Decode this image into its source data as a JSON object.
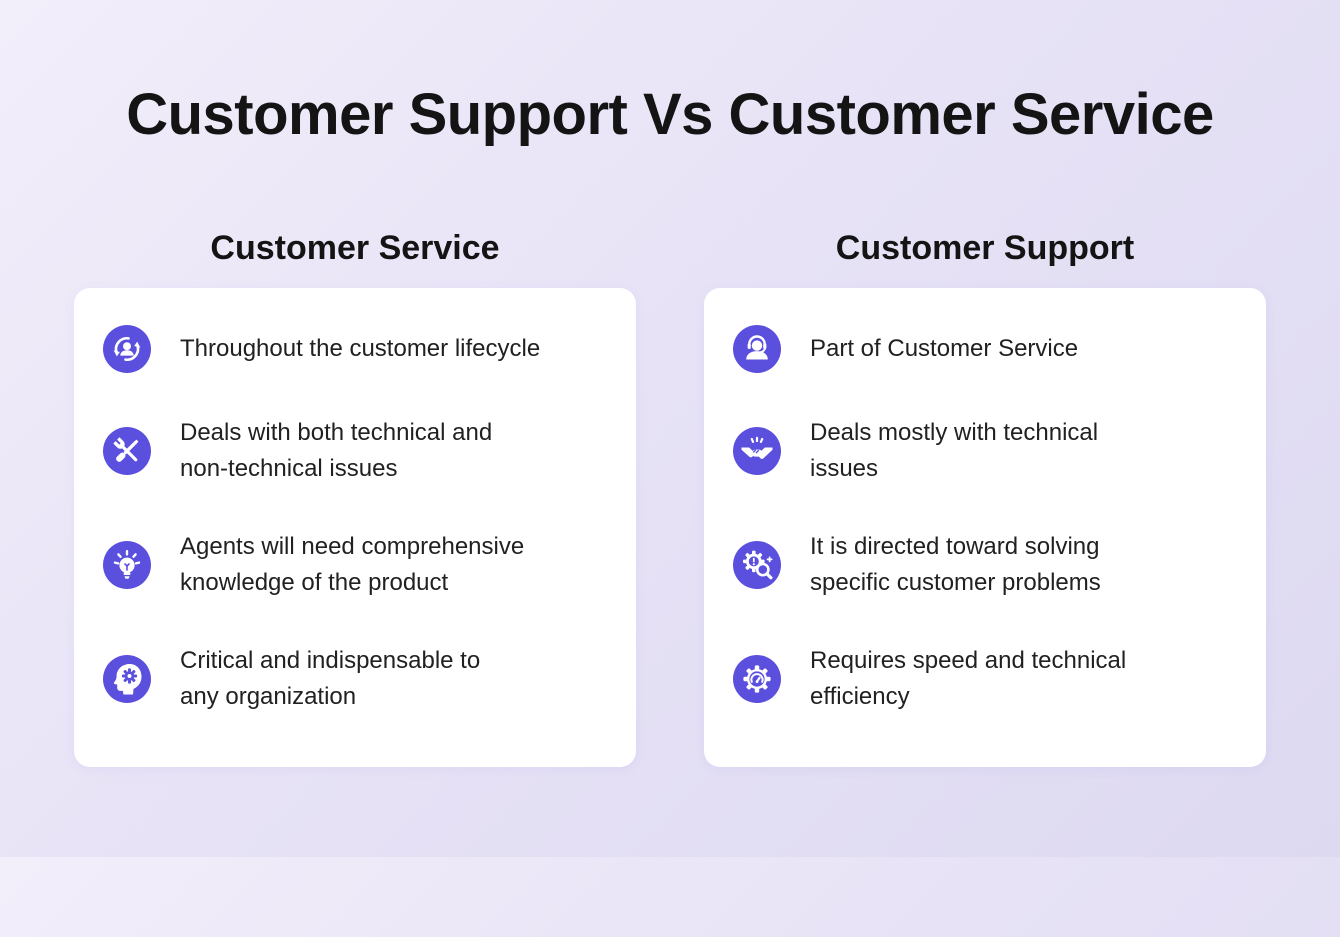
{
  "page": {
    "title": "Customer Support Vs Customer Service",
    "colors": {
      "background_start": "#F2EEFA",
      "background_end": "#DDD9F1",
      "card_background": "#FFFFFF",
      "icon_circle": "#5B4FDE",
      "icon_glyph": "#FFFFFF",
      "title_text": "#141414",
      "body_text": "#212121"
    }
  },
  "columns": [
    {
      "header": "Customer Service",
      "items": [
        {
          "icon": "customer-lifecycle-icon",
          "text": "Throughout the customer lifecycle"
        },
        {
          "icon": "tools-icon",
          "text": "Deals with both technical and\nnon-technical issues"
        },
        {
          "icon": "lightbulb-icon",
          "text": "Agents will need comprehensive\nknowledge of the product"
        },
        {
          "icon": "mind-gear-icon",
          "text": "Critical and indispensable to\nany organization"
        }
      ]
    },
    {
      "header": "Customer Support",
      "items": [
        {
          "icon": "support-agent-icon",
          "text": "Part of Customer Service"
        },
        {
          "icon": "handshake-icon",
          "text": "Deals mostly with technical\nissues"
        },
        {
          "icon": "troubleshooting-icon",
          "text": "It is directed toward solving\nspecific customer problems"
        },
        {
          "icon": "speed-gauge-gear-icon",
          "text": "Requires speed and technical\nefficiency"
        }
      ]
    }
  ]
}
